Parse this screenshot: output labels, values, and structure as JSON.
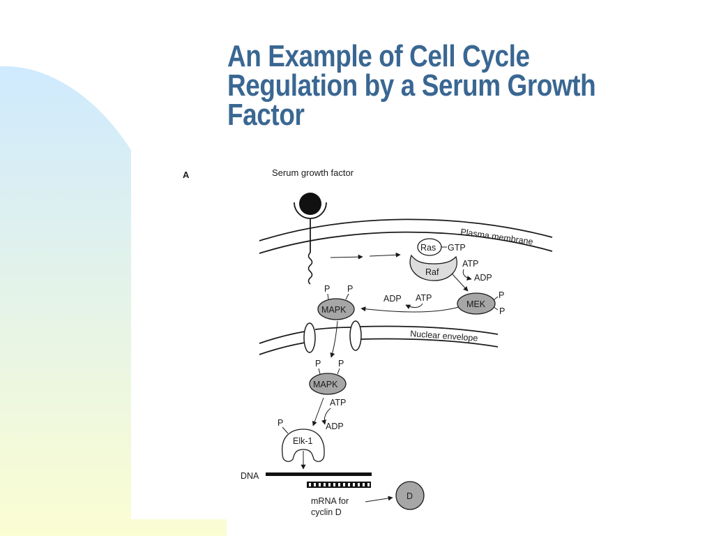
{
  "slide": {
    "title_lines": [
      "An Example of Cell Cycle",
      "Regulation by a Serum Growth",
      "Factor"
    ],
    "colors": {
      "title": "#3a6792",
      "gradient_top": "#cfeafe",
      "gradient_bottom": "#fbfdd2",
      "diagram_ink": "#1a1a1a",
      "gray_fill": "#a6a6a6",
      "light_fill": "#dcdcdc"
    }
  },
  "diagram": {
    "panel_label": "A",
    "labels": {
      "serum_growth_factor": "Serum growth factor",
      "plasma_membrane": "Plasma membrane",
      "nuclear_envelope": "Nuclear envelope",
      "dna": "DNA",
      "mrna_line1": "mRNA for",
      "mrna_line2": "cyclin D"
    },
    "molecules": {
      "ras": "Ras",
      "gtp": "GTP",
      "raf": "Raf",
      "mek": "MEK",
      "mapk_cytoplasm": "MAPK",
      "mapk_nucleus": "MAPK",
      "elk1": "Elk-1",
      "cyclin_d": "D"
    },
    "phosphate": "P",
    "atp": "ATP",
    "adp": "ADP"
  }
}
